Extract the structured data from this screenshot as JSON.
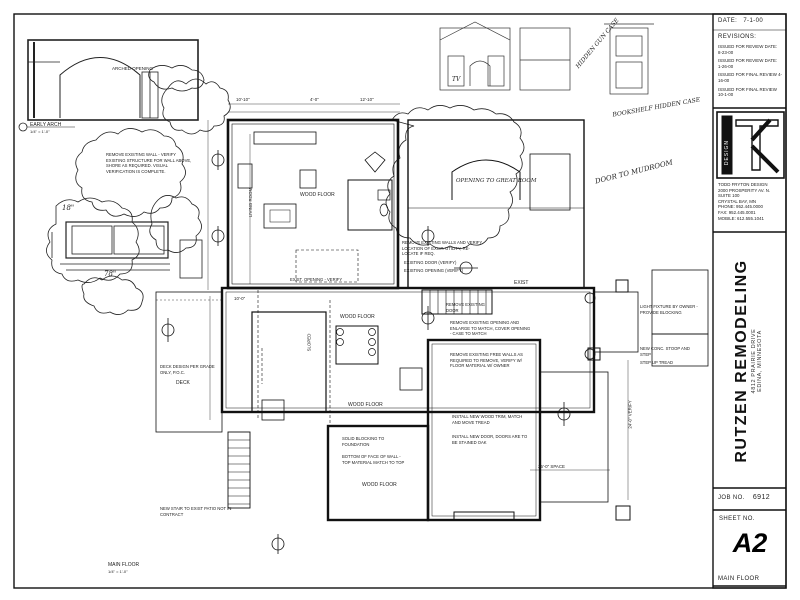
{
  "title_block": {
    "date_label": "DATE:",
    "date_value": "7-1-00",
    "revisions_label": "REVISIONS:",
    "revisions": [
      "ISSUED FOR REVIEW DATE: 8-23-00",
      "ISSUED FOR REVIEW DATE: 1-26-00",
      "ISSUED FOR FINAL REVIEW 4-16-00",
      "ISSUED FOR FINAL REVIEW 10-1-00"
    ],
    "logo_vertical_text": "DESIGN",
    "firm_lines": [
      "TODD FRYTON DESIGN",
      "2000 PROSPERITY AV. N.",
      "SUITE 100",
      "CRYSTAL BAY, MN",
      "PHONE: 952.445.0000",
      "FAX: 952.445.0001",
      "MOBILE: 612.555.1041"
    ],
    "project_name": "RUTZEN REMODELING",
    "project_address_1": "4812 PRAIRIE DRIVE",
    "project_address_2": "EDINA, MINNESOTA",
    "job_no_label": "JOB NO.",
    "job_no_value": "6912",
    "sheet_no_label": "SHEET NO.",
    "sheet_no_value": "A2",
    "sheet_title": "MAIN FLOOR"
  },
  "drawing": {
    "early_arch_label": "EARLY ARCH",
    "early_arch_scale": "1/4\" = 1'-0\"",
    "arched_opening_label": "ARCHED OPENING",
    "main_floor_label": "MAIN FLOOR",
    "main_floor_scale": "1/4\" = 1'-0\"",
    "room_labels": [
      "WOOD FLOOR",
      "WOOD FLOOR",
      "WOOD FLOOR",
      "WOOD FLOOR"
    ],
    "deck_label": "DECK",
    "exist_label": "EXIST",
    "notes": [
      "REMOVE EXISTING WALL - VERIFY EXISTING STRUCTURE FOR WALL ABOVE, SHORE AS REQUIRED. VISUAL VERIFICATION IS COMPLETE.",
      "REMOVE EXISTING WALLS AND VERIFY LOCATION OF EXIST. UTILITY, RE-LOCATE IF REQ.",
      "EXISTING DOOR (VERIFY)",
      "EXISTING OPENING (VERIFY)",
      "REMOVE EXISTING DOOR",
      "REMOVE EXISTING OPENING AND ENLARGE TO MATCH, COVER OPENING - CASE TO MATCH",
      "REMOVE EXISTING FREE WALLS AS REQUIRED TO REMOVE, VERIFY W/ FLOOR MATERIAL W/ OWNER",
      "DECK DESIGN PER GRADE ONLY, P.O.C.",
      "INSTALL NEW WOOD TRIM, MATCH AND MOVE TREAD",
      "INSTALL NEW DOOR, DOORS ARE TO BE STAINED OAK",
      "SOLID BLOCKING TO FOUNDATION",
      "BOTTOM OF FACE OF WALL - TOP MATERIAL MATCH TO TOP",
      "NEW STAIR TO EXIST PATIO NOT IN CONTRACT",
      "LIGHT FIXTURE BY OWNER - PROVIDE BLOCKING",
      "NEW CONC. STOOP AND STEP",
      "STEP UP TREAD",
      "EXIST. OPENING - VERIFY"
    ],
    "dimensions": [
      "10'-10\"",
      "4'-0\"",
      "12'-10\"",
      "25'-0\" SPACE",
      "10'-0\"",
      "24'-0\" VERIFY",
      "LIVING ROOM",
      "SLOPED"
    ],
    "handwritten_notes": [
      "HIDDEN GUN CASE",
      "BOOKSHELF HIDDEN CASE",
      "DOOR TO MUDROOM",
      "OPENING TO GREAT ROOM",
      "TV",
      "18\"",
      "78\""
    ]
  }
}
